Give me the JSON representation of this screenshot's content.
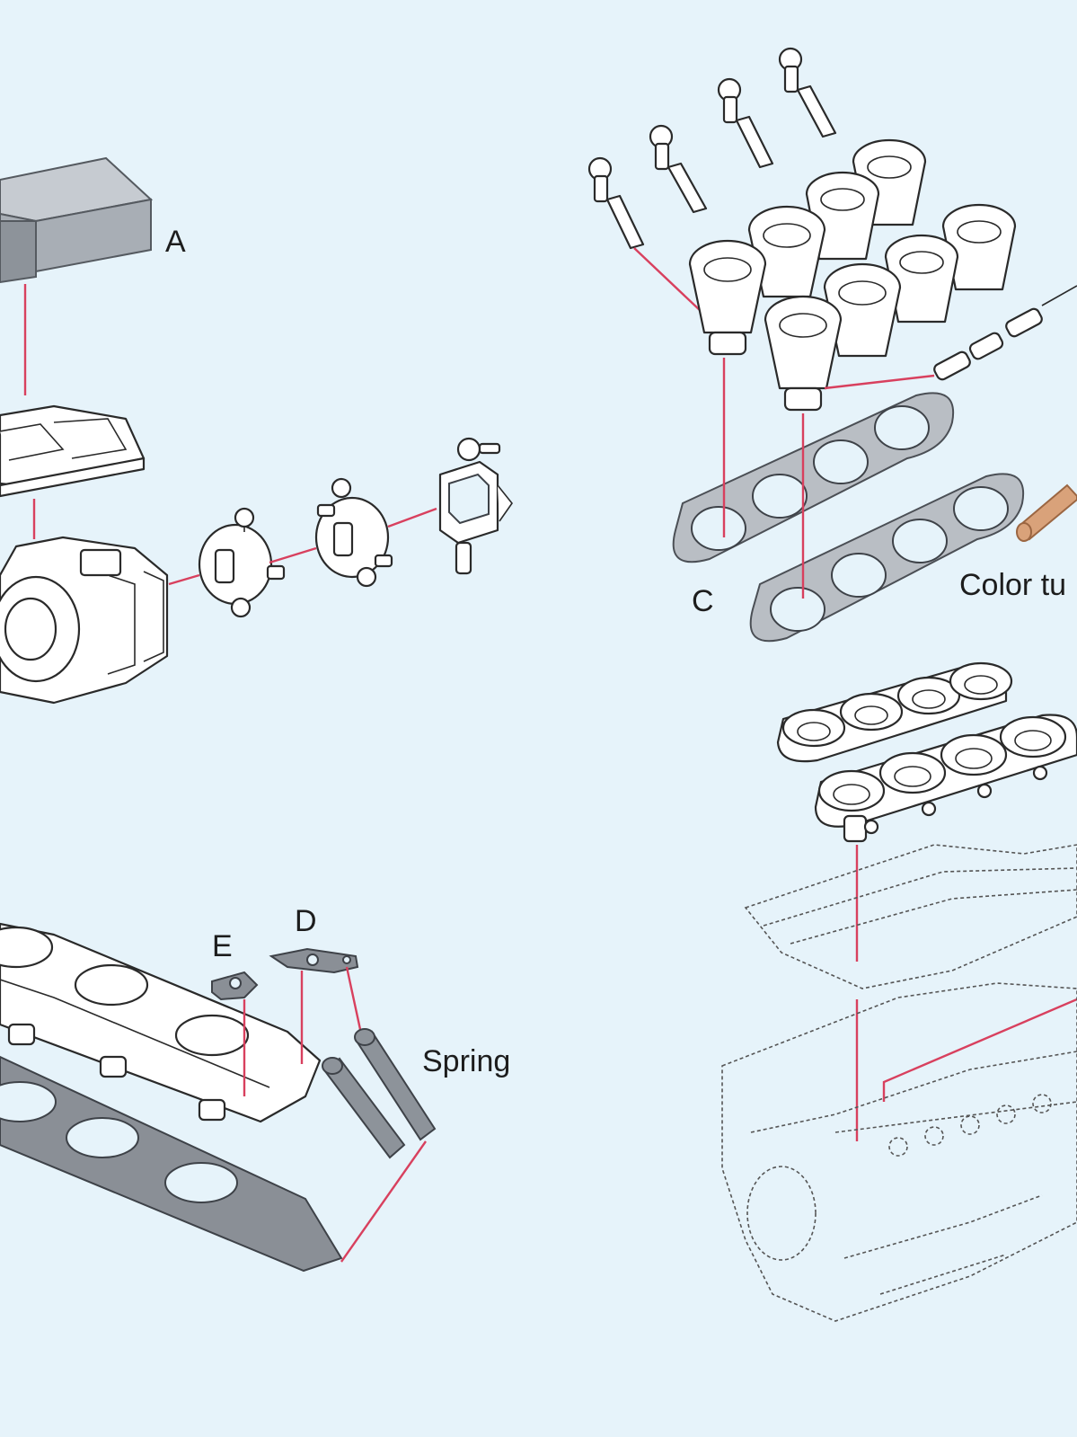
{
  "labels": {
    "a": "A",
    "c": "C",
    "d": "D",
    "e": "E",
    "spring": "Spring",
    "color_tube": "Color tu"
  },
  "colors": {
    "background": "#e6f3fa",
    "leader_line": "#d8405e",
    "gasket": "#8a8f96",
    "color_tube": "#d9a27a"
  }
}
